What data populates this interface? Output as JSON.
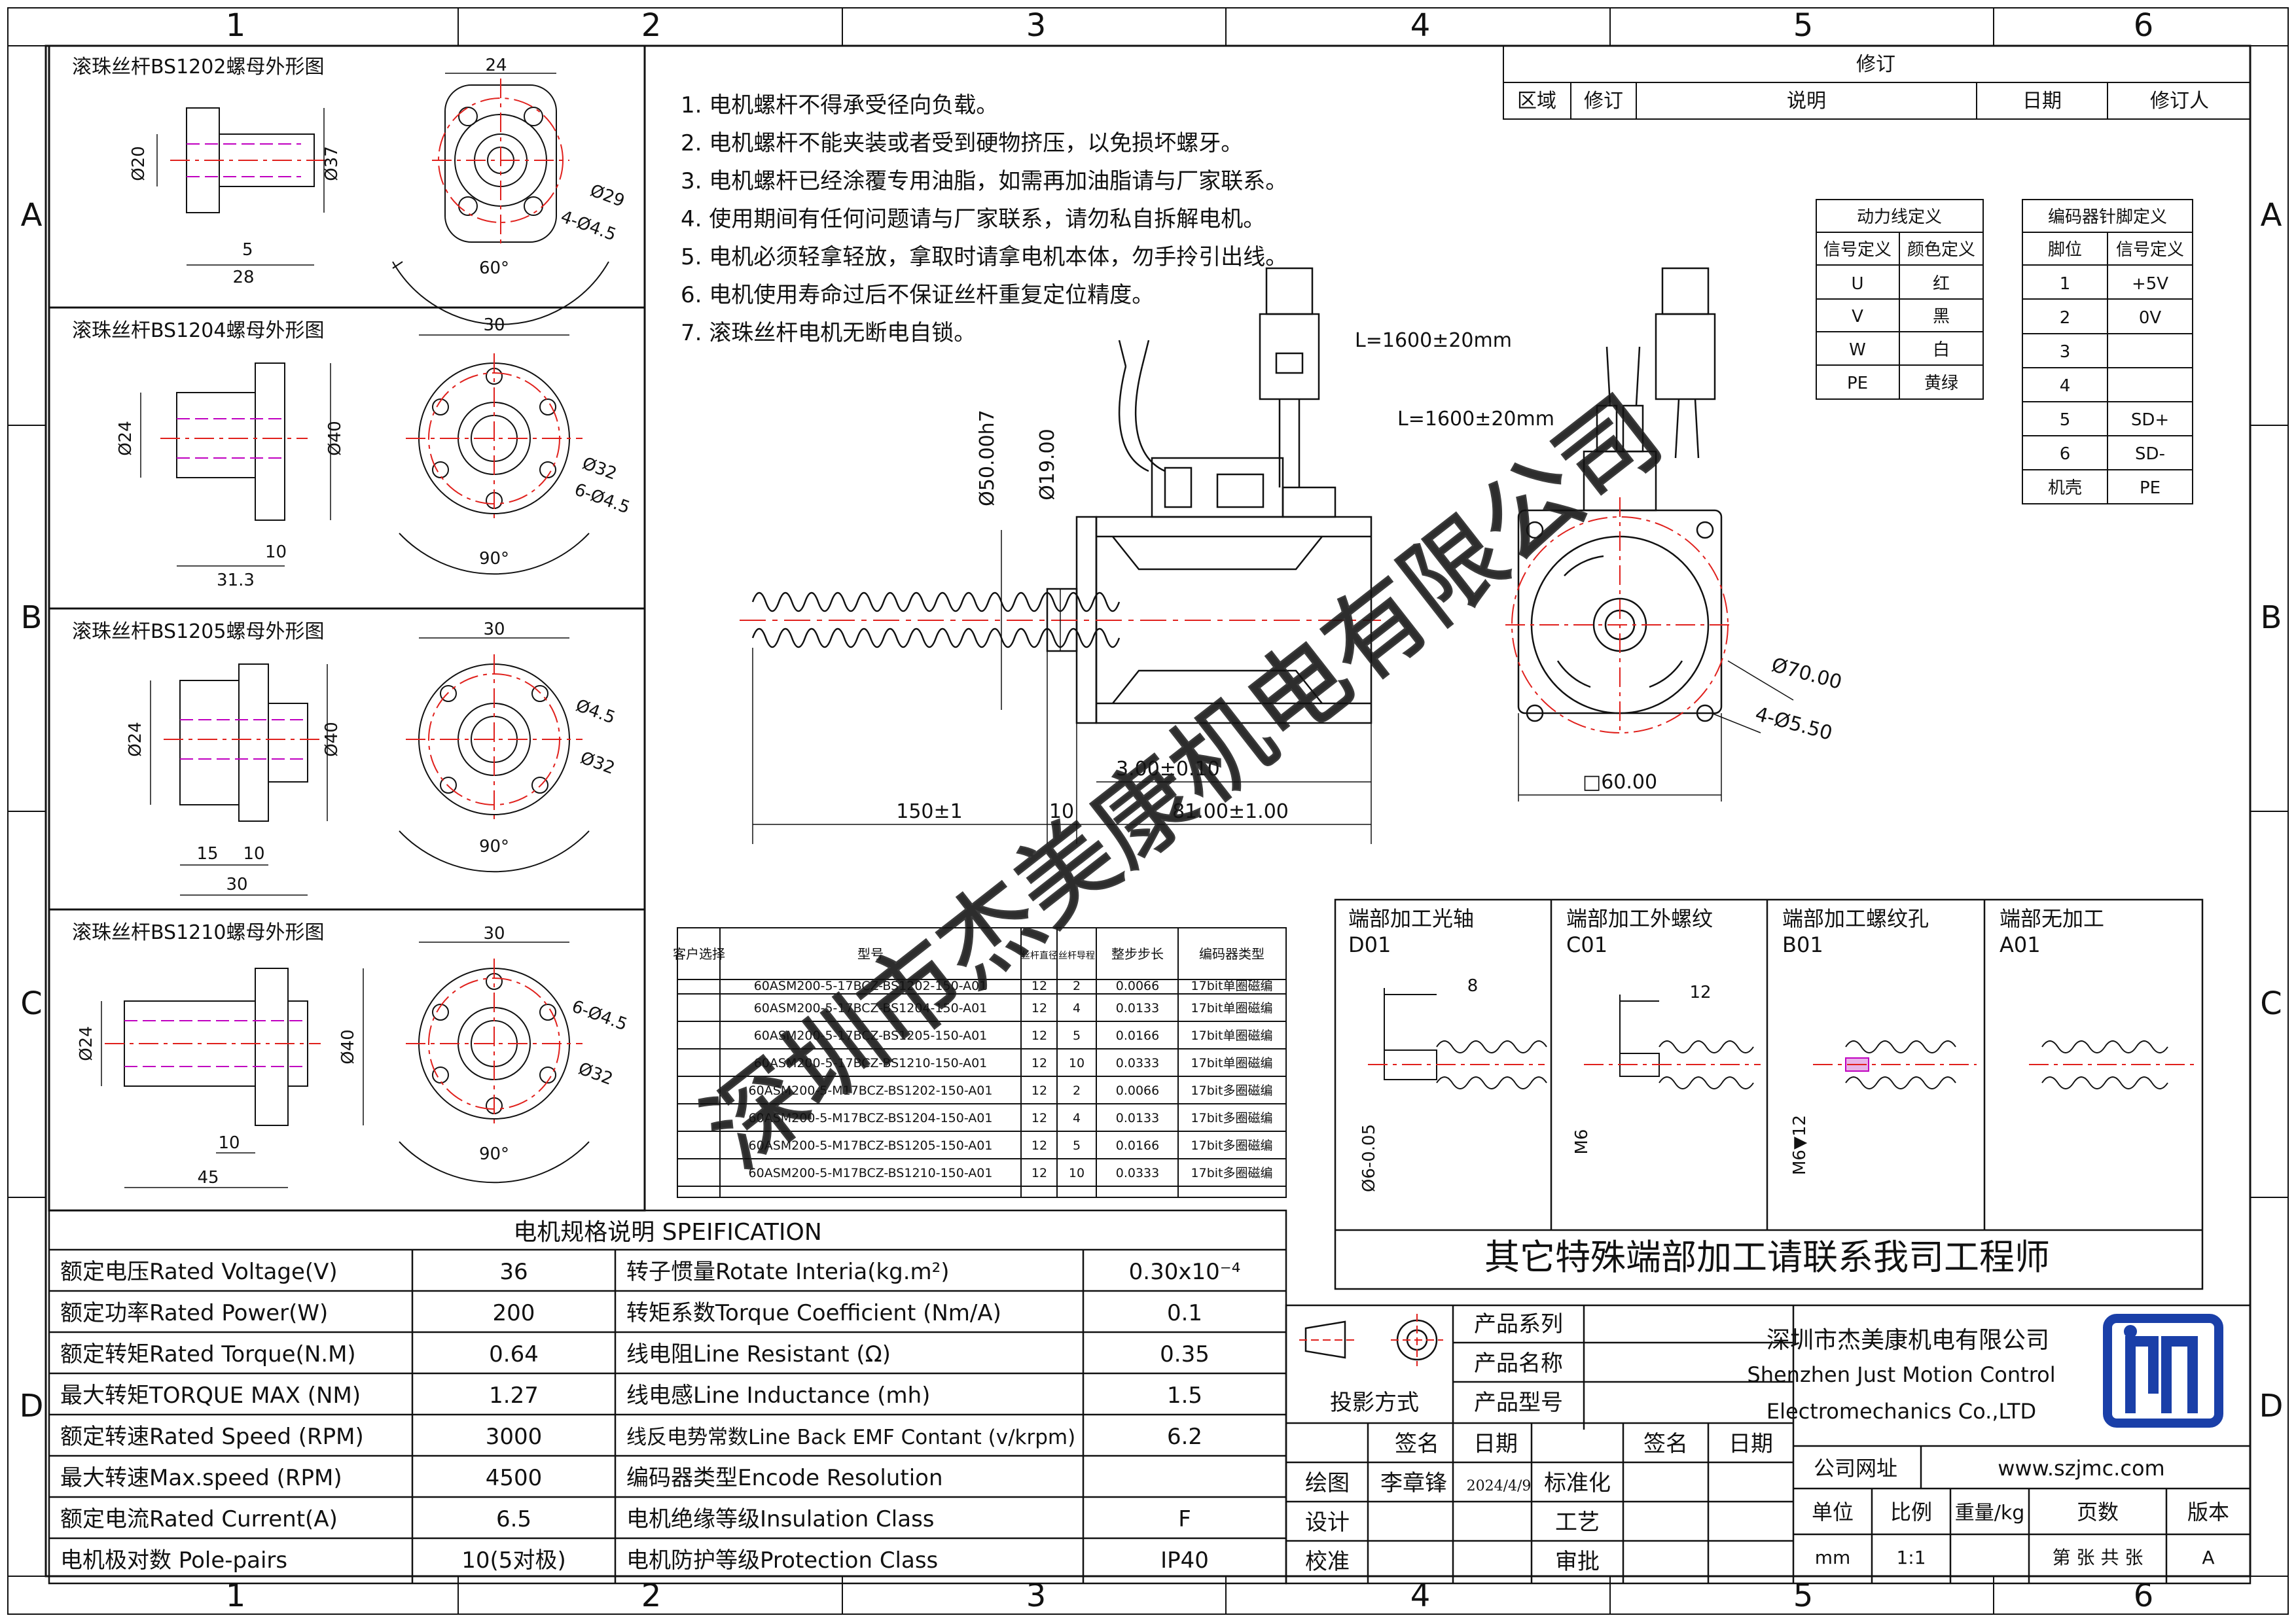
{
  "frame": {
    "columns": [
      "1",
      "2",
      "3",
      "4",
      "5",
      "6"
    ],
    "rows": [
      "A",
      "B",
      "C",
      "D"
    ]
  },
  "revision": {
    "title": "修订",
    "headers": [
      "区域",
      "修订",
      "说明",
      "日期",
      "修订人"
    ]
  },
  "notes": [
    "1. 电机螺杆不得承受径向负载。",
    "2. 电机螺杆不能夹装或者受到硬物挤压，以免损坏螺牙。",
    "3. 电机螺杆已经涂覆专用油脂，如需再加油脂请与厂家联系。",
    "4. 使用期间有任何问题请与厂家联系，请勿私自拆解电机。",
    "5. 电机必须轻拿轻放，拿取时请拿电机本体，勿手拎引出线。",
    "6. 电机使用寿命过后不保证丝杆重复定位精度。",
    "7. 滚珠丝杆电机无断电自锁。"
  ],
  "nut_panels": [
    {
      "title": "滚珠丝杆BS1202螺母外形图",
      "dims": [
        "24",
        "Ø20",
        "Ø37",
        "Ø29",
        "4-Ø4.5",
        "5",
        "28",
        "60°"
      ]
    },
    {
      "title": "滚珠丝杆BS1204螺母外形图",
      "dims": [
        "30",
        "Ø24",
        "Ø40",
        "Ø32",
        "6-Ø4.5",
        "10",
        "31.3",
        "90°"
      ]
    },
    {
      "title": "滚珠丝杆BS1205螺母外形图",
      "dims": [
        "30",
        "Ø24",
        "Ø40",
        "Ø4.5",
        "Ø32",
        "15",
        "10",
        "30",
        "90°"
      ]
    },
    {
      "title": "滚珠丝杆BS1210螺母外形图",
      "dims": [
        "30",
        "Ø24",
        "Ø40",
        "6-Ø4.5",
        "Ø32",
        "10",
        "45",
        "90°"
      ]
    }
  ],
  "power_table": {
    "title": "动力线定义",
    "headers": [
      "信号定义",
      "颜色定义"
    ],
    "rows": [
      [
        "U",
        "红"
      ],
      [
        "V",
        "黑"
      ],
      [
        "W",
        "白"
      ],
      [
        "PE",
        "黄绿"
      ]
    ]
  },
  "encoder_table": {
    "title": "编码器针脚定义",
    "headers": [
      "脚位",
      "信号定义"
    ],
    "rows": [
      [
        "1",
        "+5V"
      ],
      [
        "2",
        "0V"
      ],
      [
        "3",
        ""
      ],
      [
        "4",
        ""
      ],
      [
        "5",
        "SD+"
      ],
      [
        "6",
        "SD-"
      ],
      [
        "机壳",
        "PE"
      ]
    ]
  },
  "motor_dims": {
    "cable1": "L=1600±20mm",
    "cable2": "L=1600±20mm",
    "shaft_dia": "Ø50.00h7",
    "screw_dia": "Ø19.00",
    "d70": "Ø70.00",
    "holes": "4-Ø5.50",
    "square": "□60.00",
    "flange": "3.00±0.10",
    "screw_len": "150±1",
    "gap": "10",
    "body_len": "81.00±1.00"
  },
  "model_table": {
    "headers": [
      "客户选择",
      "型号",
      "丝杆直径",
      "丝杆导程",
      "整步步长",
      "编码器类型"
    ],
    "rows": [
      [
        "",
        "60ASM200-5-17BCZ-BS1202-150-A01",
        "12",
        "2",
        "0.0066",
        "17bit单圈磁编"
      ],
      [
        "",
        "60ASM200-5-17BCZ-BS1204-150-A01",
        "12",
        "4",
        "0.0133",
        "17bit单圈磁编"
      ],
      [
        "",
        "60ASM200-5-17BCZ-BS1205-150-A01",
        "12",
        "5",
        "0.0166",
        "17bit单圈磁编"
      ],
      [
        "",
        "60ASM200-5-17BCZ-BS1210-150-A01",
        "12",
        "10",
        "0.0333",
        "17bit单圈磁编"
      ],
      [
        "",
        "60ASM200-5-M17BCZ-BS1202-150-A01",
        "12",
        "2",
        "0.0066",
        "17bit多圈磁编"
      ],
      [
        "",
        "60ASM200-5-M17BCZ-BS1204-150-A01",
        "12",
        "4",
        "0.0133",
        "17bit多圈磁编"
      ],
      [
        "",
        "60ASM200-5-M17BCZ-BS1205-150-A01",
        "12",
        "5",
        "0.0166",
        "17bit多圈磁编"
      ],
      [
        "",
        "60ASM200-5-M17BCZ-BS1210-150-A01",
        "12",
        "10",
        "0.0333",
        "17bit多圈磁编"
      ]
    ]
  },
  "spec": {
    "title": "电机规格说明 SPEIFICATION",
    "rows": [
      [
        "额定电压Rated Voltage(V)",
        "36",
        "转子惯量Rotate Interia(kg.m²)",
        "0.30x10⁻⁴"
      ],
      [
        "额定功率Rated Power(W)",
        "200",
        "转矩系数Torque Coefficient (Nm/A)",
        "0.1"
      ],
      [
        "额定转矩Rated Torque(N.M)",
        "0.64",
        "线电阻Line Resistant (Ω)",
        "0.35"
      ],
      [
        "最大转矩TORQUE MAX (NM)",
        "1.27",
        "线电感Line Inductance (mh)",
        "1.5"
      ],
      [
        "额定转速Rated Speed (RPM)",
        "3000",
        "线反电势常数Line Back EMF Contant (v/krpm)",
        "6.2"
      ],
      [
        "最大转速Max.speed (RPM)",
        "4500",
        "编码器类型Encode Resolution",
        ""
      ],
      [
        "额定电流Rated Current(A)",
        "6.5",
        "电机绝缘等级Insulation Class",
        "F"
      ],
      [
        "电机极对数 Pole-pairs",
        "10(5对极)",
        "电机防护等级Protection Class",
        "IP40"
      ]
    ]
  },
  "end_options": {
    "panels": [
      {
        "title": "端部加工光轴",
        "code": "D01",
        "dim": "8",
        "note": "Ø6-0.05"
      },
      {
        "title": "端部加工外螺纹",
        "code": "C01",
        "dim": "12",
        "note": "M6"
      },
      {
        "title": "端部加工螺纹孔",
        "code": "B01",
        "dim": "",
        "note": "M6▼12"
      },
      {
        "title": "端部无加工",
        "code": "A01",
        "dim": "",
        "note": ""
      }
    ],
    "footer": "其它特殊端部加工请联系我司工程师"
  },
  "title_block": {
    "projection": "投影方式",
    "series": "产品系列",
    "name": "产品名称",
    "model": "产品型号",
    "sign": "签名",
    "date": "日期",
    "draw": "绘图",
    "drawer": "李章锋",
    "draw_date": "2024/4/9",
    "standard": "标准化",
    "design": "设计",
    "craft": "工艺",
    "check": "校准",
    "approve": "审批",
    "company_cn": "深圳市杰美康机电有限公司",
    "company_en1": "Shenzhen Just Motion Control",
    "company_en2": "Electromechanics Co.,LTD",
    "website_label": "公司网址",
    "website": "www.szjmc.com",
    "unit_label": "单位",
    "scale_label": "比例",
    "weight_label": "重量/kg",
    "pages_label": "页数",
    "version_label": "版本",
    "unit": "mm",
    "scale": "1:1",
    "pages": "第 张 共 张",
    "version": "A"
  },
  "watermark": "深圳市杰美康机电有限公司",
  "colors": {
    "line": "#111111",
    "center": "#e0201c",
    "magenta": "#c000c0",
    "logo": "#1a3fa8"
  }
}
